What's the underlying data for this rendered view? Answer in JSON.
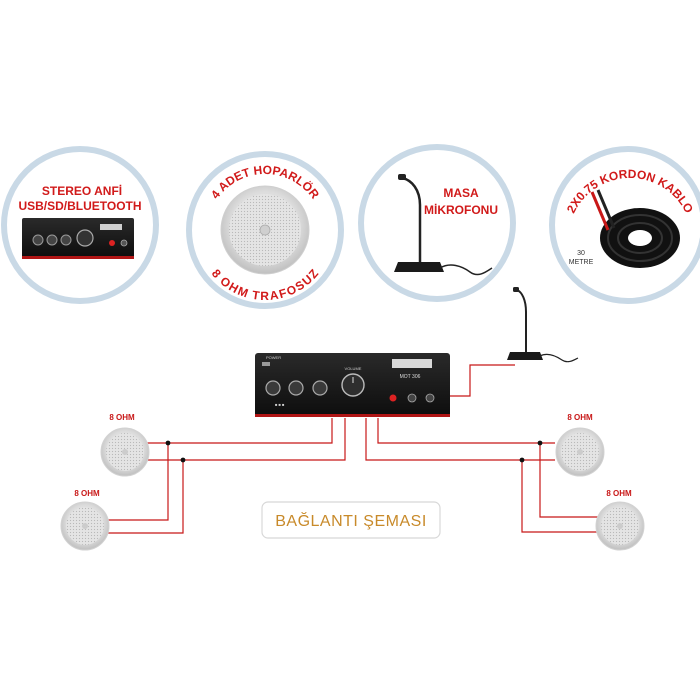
{
  "products": {
    "amplifier": {
      "line1": "STEREO ANFİ",
      "line2": "USB/SD/BLUETOOTH"
    },
    "speakers": {
      "top": "4 ADET HOPARLÖR",
      "bottom": "8 OHM TRAFOSUZ"
    },
    "microphone": {
      "line1": "MASA",
      "line2": "MİKROFONU"
    },
    "cable": {
      "arc": "2X0.75 KORDON KABLO",
      "length_num": "30",
      "length_unit": "METRE"
    }
  },
  "amp_panel": {
    "model": "MOT 306",
    "volume": "VOLUME",
    "power": "POWER"
  },
  "speaker_labels": [
    "8 OHM",
    "8 OHM",
    "8 OHM",
    "8 OHM"
  ],
  "diagram_title": "BAĞLANTI ŞEMASI",
  "colors": {
    "wire": "#c81818",
    "circle_border": "#c9d9e6",
    "title_text": "#c88a2a",
    "title_border": "#d8d8d8"
  }
}
